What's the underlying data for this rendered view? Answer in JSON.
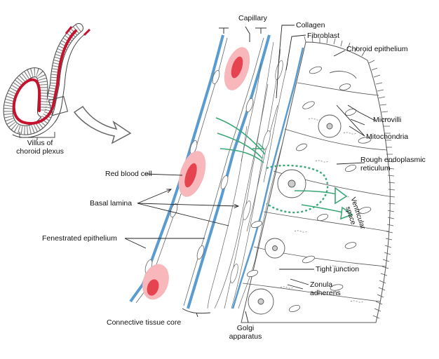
{
  "labels": {
    "capillary": "Capillary",
    "collagen": "Collagen",
    "fibroblast": "Fibroblast",
    "choroid_epithelium": "Choroid epithelium",
    "villus_line1": "Villus of",
    "villus_line2": "choroid plexus",
    "microvilli": "Microvilli",
    "mitochondria": "Mitochondria",
    "rough_er_line1": "Rough endoplasmic",
    "rough_er_line2": "reticulum",
    "red_blood_cell": "Red blood cell",
    "basal_lamina": "Basal lamina",
    "ventricular_line1": "Ventricular",
    "ventricular_line2": "space",
    "fenestrated_epithelium": "Fenestrated epithelium",
    "tight_junction": "Tight junction",
    "zonula_line1": "Zonula",
    "zonula_line2": "adherens",
    "connective_tissue_core": "Connective tissue core",
    "golgi_line1": "Golgi",
    "golgi_line2": "apparatus"
  },
  "colors": {
    "blood_vessel": "#c4122f",
    "rbc_light": "#f7b7bb",
    "rbc_dark": "#e4434f",
    "capillary_wall": "#5a9ccf",
    "flow_arrow": "#3aa776",
    "line": "#333333"
  }
}
